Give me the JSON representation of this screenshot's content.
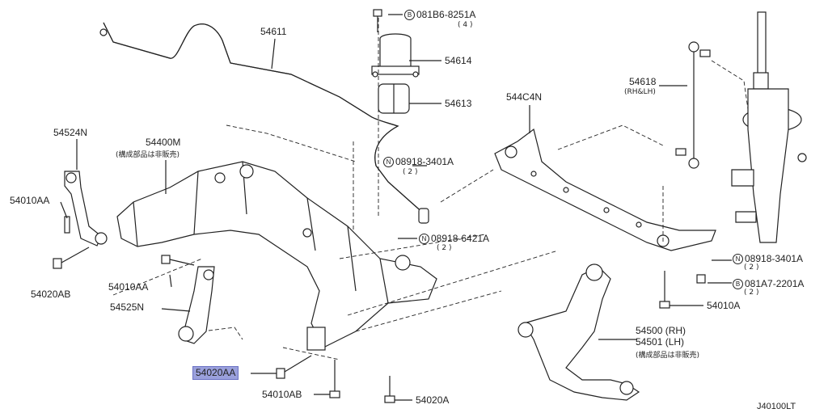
{
  "diagram": {
    "parts": [
      {
        "id": "p54611",
        "number": "54611"
      },
      {
        "id": "p54614",
        "number": "54614"
      },
      {
        "id": "p54613",
        "number": "54613"
      },
      {
        "id": "p54618",
        "number": "54618",
        "note": "(RH&LH)"
      },
      {
        "id": "p544c4n",
        "number": "544C4N"
      },
      {
        "id": "p54524n",
        "number": "54524N"
      },
      {
        "id": "p54400m",
        "number": "54400M",
        "note": "(構成部品は非販売)"
      },
      {
        "id": "p54010aa_l",
        "number": "54010AA"
      },
      {
        "id": "p54020ab",
        "number": "54020AB"
      },
      {
        "id": "p54010aa_m",
        "number": "54010AA"
      },
      {
        "id": "p54525n",
        "number": "54525N"
      },
      {
        "id": "p54020aa",
        "number": "54020AA",
        "highlighted": true
      },
      {
        "id": "p54010ab",
        "number": "54010AB"
      },
      {
        "id": "p54020a",
        "number": "54020A"
      },
      {
        "id": "p54500",
        "number": "54500 (RH)"
      },
      {
        "id": "p54501",
        "number": "54501 (LH)",
        "note": "(構成部品は非販売)"
      },
      {
        "id": "p54010a",
        "number": "54010A"
      }
    ],
    "fasteners": [
      {
        "id": "f_b_top",
        "symbol": "B",
        "number": "081B6-8251A",
        "qty": "( 4 )"
      },
      {
        "id": "f_n_3401_mid",
        "symbol": "N",
        "number": "08918-3401A",
        "qty": "( 2 )"
      },
      {
        "id": "f_n_6421",
        "symbol": "N",
        "number": "08918-6421A",
        "qty": "( 2 )"
      },
      {
        "id": "f_n_3401_right",
        "symbol": "N",
        "number": "08918-3401A",
        "qty": "( 2 )"
      },
      {
        "id": "f_b_2201",
        "symbol": "B",
        "number": "081A7-2201A",
        "qty": "( 2 )"
      }
    ],
    "diagram_code": "J40100LT"
  }
}
